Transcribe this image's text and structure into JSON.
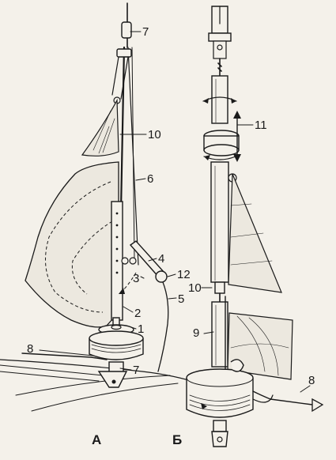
{
  "figure_a": {
    "caption": "А",
    "callouts": [
      "7",
      "10",
      "6",
      "4",
      "3",
      "12",
      "5",
      "2",
      "1",
      "8",
      "7"
    ]
  },
  "figure_b": {
    "caption": "Б",
    "callouts": [
      "11",
      "10",
      "9",
      "8"
    ]
  }
}
